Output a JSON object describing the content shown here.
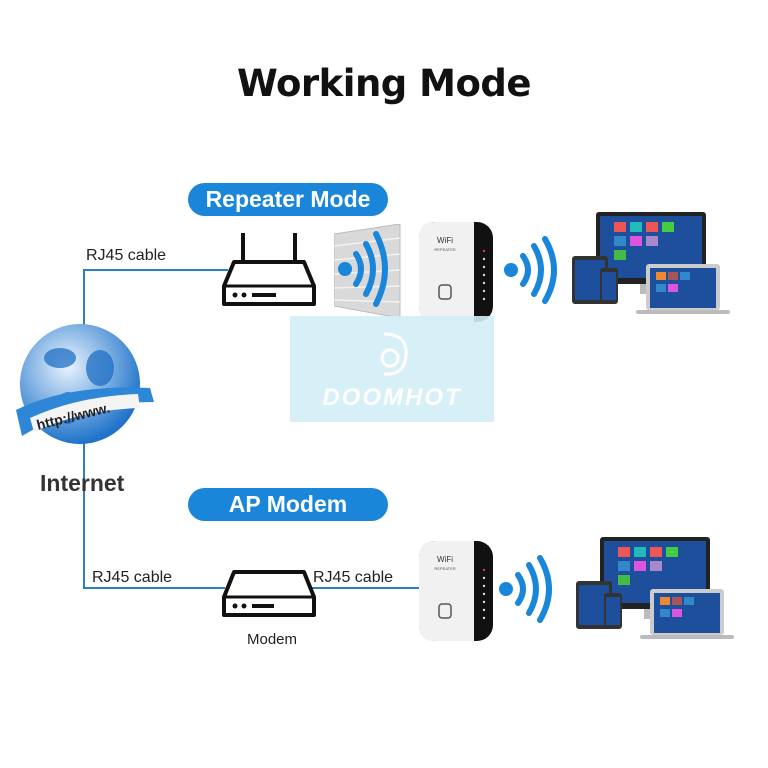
{
  "title": "Working Mode",
  "repeater_mode": {
    "label": "Repeater Mode",
    "cable_label": "RJ45 cable"
  },
  "ap_mode": {
    "label": "AP Modem",
    "cable_left_label": "RJ45 cable",
    "cable_right_label": "RJ45 cable",
    "modem_label": "Modem"
  },
  "internet": {
    "label": "Internet",
    "globe_text": "http://www."
  },
  "device": {
    "brand_text": "WiFi",
    "sub_text": "REPEATER"
  },
  "watermark": "DOOMHOT",
  "colors": {
    "accent": "#1a86d9",
    "line": "#2b7fc2",
    "watermark_bg": "#d3eef6"
  }
}
